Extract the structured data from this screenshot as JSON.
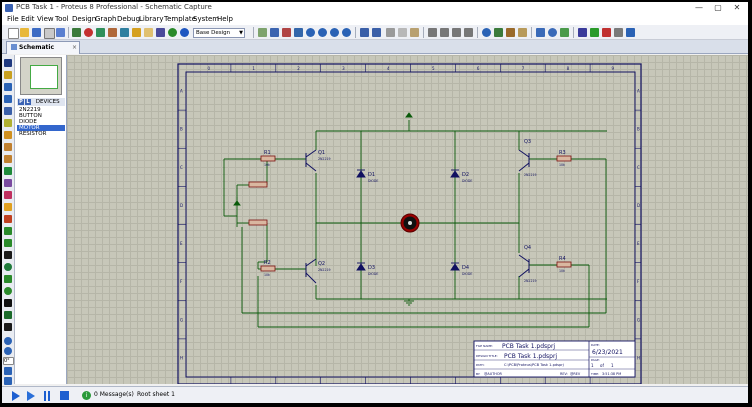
{
  "window": {
    "title": "PCB Task 1 - Proteus 8 Professional - Schematic Capture",
    "minimize": "—",
    "maximize": "▢",
    "close": "✕"
  },
  "menu": [
    "File",
    "Edit",
    "View",
    "Tool",
    "Design",
    "Graph",
    "Debug",
    "Library",
    "Template",
    "System",
    "Help"
  ],
  "toolbar": {
    "style_combo": "Base Design"
  },
  "tab": {
    "label": "Schematic Capture",
    "close": "×"
  },
  "panel": {
    "mode_p": "P",
    "mode_l": "L",
    "header": "DEVICES",
    "devices": [
      "2N2219",
      "BUTTON",
      "DIODE",
      "MOTOR",
      "RESISTOR"
    ],
    "selected": "MOTOR"
  },
  "zoom_field": "0°",
  "schematic": {
    "components": {
      "r1": {
        "ref": "R1",
        "value": "10k"
      },
      "r2": {
        "ref": "R2",
        "value": "10k"
      },
      "r3": {
        "ref": "R3",
        "value": "10k"
      },
      "r4": {
        "ref": "R4",
        "value": "10k"
      },
      "q1": {
        "ref": "Q1",
        "value": "2N2219"
      },
      "q2": {
        "ref": "Q2",
        "value": "2N2219"
      },
      "q3": {
        "ref": "Q3",
        "value": "2N2219"
      },
      "q4": {
        "ref": "Q4",
        "value": "2N2219"
      },
      "d1": {
        "ref": "D1",
        "value": "DIODE"
      },
      "d2": {
        "ref": "D2",
        "value": "DIODE"
      },
      "d3": {
        "ref": "D3",
        "value": "DIODE"
      },
      "d4": {
        "ref": "D4",
        "value": "DIODE"
      }
    },
    "border_rows": [
      "A",
      "B",
      "C",
      "D",
      "E",
      "F",
      "G",
      "H"
    ],
    "border_cols": [
      "0",
      "1",
      "2",
      "3",
      "4",
      "5",
      "6",
      "7",
      "8",
      "9"
    ]
  },
  "title_block": {
    "file_name_label": "FILE NAME:",
    "file_name": "PCB Task 1.pdsprj",
    "design_title_label": "DESIGN TITLE:",
    "design_title": "PCB Task 1.pdsprj",
    "path_label": "PATH:",
    "path": "C:\\PCB\\Proteus\\PCB Task 1.pdsprj",
    "by_label": "BY:",
    "by": "@AUTHOR",
    "rev_label": "REV:",
    "rev": "@REV",
    "date_label": "DATE:",
    "date": "6/23/2021",
    "page_label": "PAGE:",
    "page": "1",
    "of": "of",
    "pages": "1",
    "time_label": "TIME:",
    "time": "3:51:38 PM"
  },
  "status": {
    "messages": "0 Message(s)",
    "sheet": "Root sheet 1"
  }
}
